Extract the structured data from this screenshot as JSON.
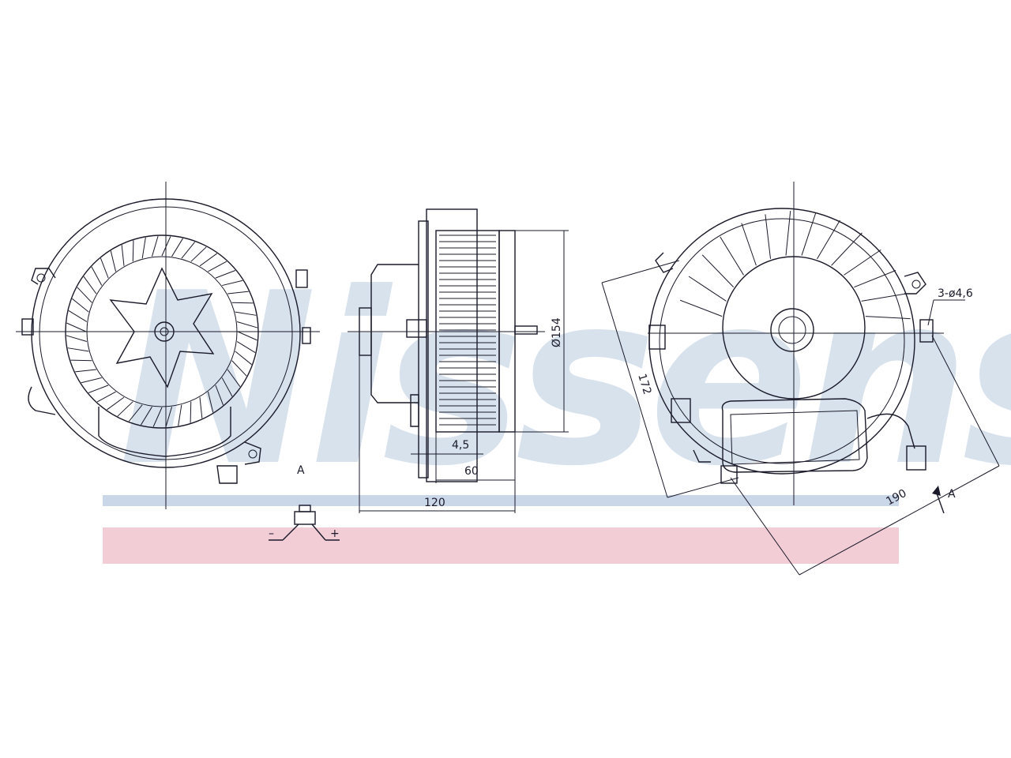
{
  "watermark": {
    "text": "Nissens",
    "colors": {
      "band_top": "#c9d7e8",
      "band_bottom": "#f3cdd6",
      "letters": "#b8cbe0"
    }
  },
  "dimensions": {
    "d4_5": "4,5",
    "d60": "60",
    "d120": "120",
    "dia154": "Ø154",
    "d172": "172",
    "d190": "190",
    "holes": "3-ø4,6"
  },
  "view_labels": {
    "front_a": "A",
    "side_a": "A"
  },
  "connector": {
    "minus": "–",
    "plus": "+"
  },
  "line_color": "#1a1a2a"
}
